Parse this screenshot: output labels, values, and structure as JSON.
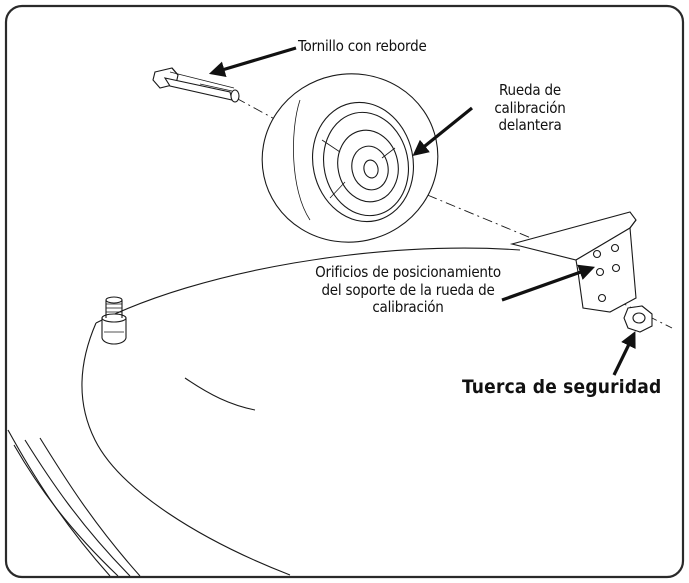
{
  "diagram": {
    "labels": {
      "flange_bolt": "Tornillo con reborde",
      "front_gauge_wheel": "Rueda de\ncalibración\ndelantera",
      "bracket_holes": "Orificios de posicionamiento\ndel soporte de la rueda de\ncalibración",
      "lock_nut": "Tuerca de seguridad"
    },
    "colors": {
      "line": "#1a1a1a",
      "frame": "#2a2a2a",
      "background": "#ffffff"
    }
  }
}
